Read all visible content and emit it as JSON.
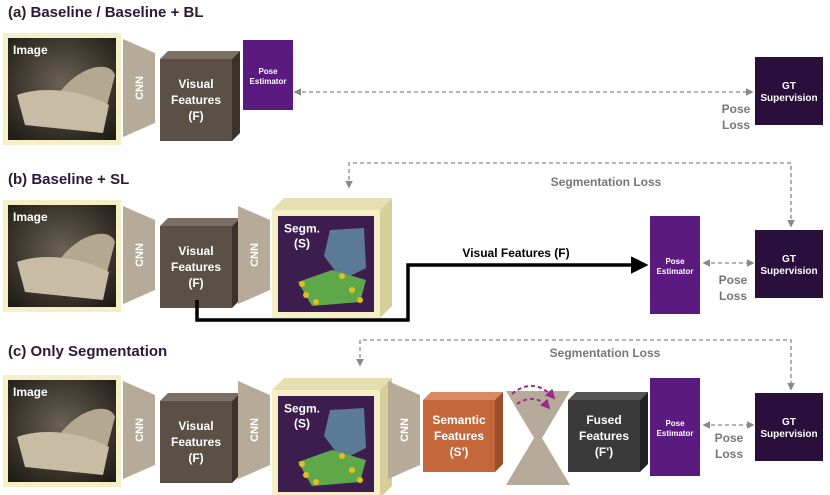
{
  "panels": {
    "a": {
      "title": "(a) Baseline / Baseline + BL"
    },
    "b": {
      "title": "(b) Baseline + SL"
    },
    "c": {
      "title": "(c) Only Segmentation"
    }
  },
  "labels": {
    "image": "Image",
    "cnn": "CNN",
    "visual_features": [
      "Visual",
      "Features",
      "(F)"
    ],
    "pose_estimator": [
      "Pose",
      "Estimator"
    ],
    "gt_supervision": [
      "GT",
      "Supervision"
    ],
    "pose_loss": [
      "Pose",
      "Loss"
    ],
    "segmentation_loss": "Segmentation Loss",
    "segm": [
      "Segm.",
      "(S)"
    ],
    "visual_features_arrow": "Visual Features (F)",
    "semantic_features": [
      "Semantic",
      "Features",
      "(S')"
    ],
    "fused_features": [
      "Fused",
      "Features",
      "(F')"
    ]
  },
  "colors": {
    "image_frame": "#f4efc4",
    "trapezoid": "#b6ab98",
    "visual_front": "#5a5046",
    "visual_side": "#3a322b",
    "visual_top": "#7a6f62",
    "pose_estimator": "#5b1a80",
    "gt": "#2a0f3c",
    "semantic_front": "#c4673a",
    "fused_front": "#3a3a3a",
    "segm_bg": "#3d1d4d",
    "segm_frame": "#f4efc4",
    "dashed": "#888888",
    "loss_text": "#777777",
    "curved_arrow": "#9b2a8c"
  }
}
